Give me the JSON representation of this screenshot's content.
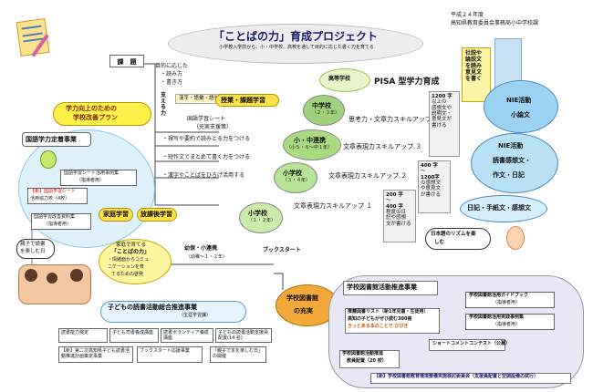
{
  "header": {
    "date": "平成２４年度",
    "org": "高知県教育委員会事務局小中学校課",
    "title": "「ことばの力」育成プロジェクト",
    "subtitle": "小学校入学前から、小・中学校、高校を通して目的に応じた書く力を育てる"
  },
  "issues": {
    "label": "課　題",
    "items": [
      "目的に応じた",
      "・読み方",
      "・書き方"
    ]
  },
  "sasaeru": "支える力",
  "skills": {
    "kanji": "漢字・語彙・語句",
    "note_label": "国語学習シート",
    "note_sub": "（充実支援策）",
    "items": [
      "・視写や要約で読みとる力をつける",
      "・短作文でまとめて書く力をつける",
      "・漢字やことばをひろげ活用する"
    ]
  },
  "lesson_study": "授業・課題学習",
  "school_plan": {
    "line1": "学力向上のための",
    "line2": "学校改善プラン"
  },
  "kokugo": "国語学力定着事業",
  "left_boxes": [
    {
      "title": "国語学習シート活用事例集",
      "sub": "（指導者用）"
    },
    {
      "title": "【新】国語学習シート",
      "sub": "活用協力校（4校）"
    },
    {
      "title": "国語学習改善資料集",
      "sub": "（指導者用）"
    }
  ],
  "home": {
    "kateigakushu": "家庭学習",
    "houkago": "放課後学習"
  },
  "stages": {
    "high": "高等学校",
    "pisa": "PISA 型学力育成",
    "jhs": "中学校",
    "jhs_grade": "（２・３年）",
    "renkei": "小・中連携",
    "renkei_grade": "（小５・６～中１年）",
    "elem": "小学校",
    "elem_grade": "（３・４年）",
    "lower": "小学校",
    "lower_grade": "（１・２年）",
    "youshou": "幼保・小連携",
    "youshou_grade": "（幼稚～１・２年）"
  },
  "arrows": {
    "jhs": "思考力・文章力スキルアップ",
    "renkei": "文章表現力スキルアップ ３",
    "elem": "文章表現力スキルアップ ２",
    "lower": "文章表現力スキルアップ １"
  },
  "counts": {
    "c1200": [
      "1200 字",
      "以上の",
      "感想文や",
      "説明文・",
      "意見文が",
      "書ける"
    ],
    "c400": [
      "400 字",
      "～",
      "1200字",
      "の感想文",
      "や意見文",
      "が書ける"
    ],
    "c200": [
      "200 字",
      "～",
      "400 字",
      "程度の日",
      "記や感想",
      "文が書ける"
    ]
  },
  "nie": {
    "shakai": [
      "社説や",
      "論説文",
      "を読み",
      "意見文",
      "を書く"
    ],
    "nie1": "NIE活動",
    "nie1b": "小論文",
    "nie2": "NIE活動",
    "nie2b": "読書感想文・",
    "nie2c": "作文・日記",
    "nikki": "日記・手紙文・感想文"
  },
  "preschool": {
    "line1": "家庭で育てる",
    "line2": "「ことばの力」",
    "line3": "・情緒面からコミュ",
    "line4": "ニケーションを育",
    "line5": "てるための啓発"
  },
  "bookstart": "ブックスタート",
  "nihongo": {
    "line1": "日本語のリズムを楽",
    "line2": "しむ"
  },
  "oyako": {
    "line1": "親子で読書",
    "line2": "を楽しむ日"
  },
  "reading_promo": {
    "title": "子どもの読書活動総合推進事業",
    "sub": "（生涯学習課）"
  },
  "promo_boxes": [
    "読書能力検定",
    "子ども司書養成講座",
    "読書ボランティア養成講座",
    "子どもの読書活動支援員配置(14 名)",
    "【新】第二次高知県子ども読書活動推進計画策定事業",
    "ブックスタート応援事業",
    "「親子で本を楽しむ日」の開催"
  ],
  "library": {
    "circle_line1": "学校図書館",
    "circle_line2": "の充実",
    "title": "学校図書館活動推進事業",
    "guide_title": "学校図書館活用ガイドブック",
    "guide_sub": "（指導者用）",
    "cases_title": "学校図書館活用実践事例集",
    "cases_sub": "（指導者用）",
    "list_title": "推薦図書リスト（新1年児童・生徒用）",
    "list_l2": "高知の子どもがぜひ読む300冊",
    "list_l3": "きっとある本のことで ひびき",
    "contest": "ショートコメントコンテスト（公募）",
    "teacher": "学校図書館活動推進",
    "teacher2": "教員配置（20 校）",
    "newproj": "【新】学校図書館教育環境整備実施検討委員会（支援員配置と空調設備の試行）"
  }
}
